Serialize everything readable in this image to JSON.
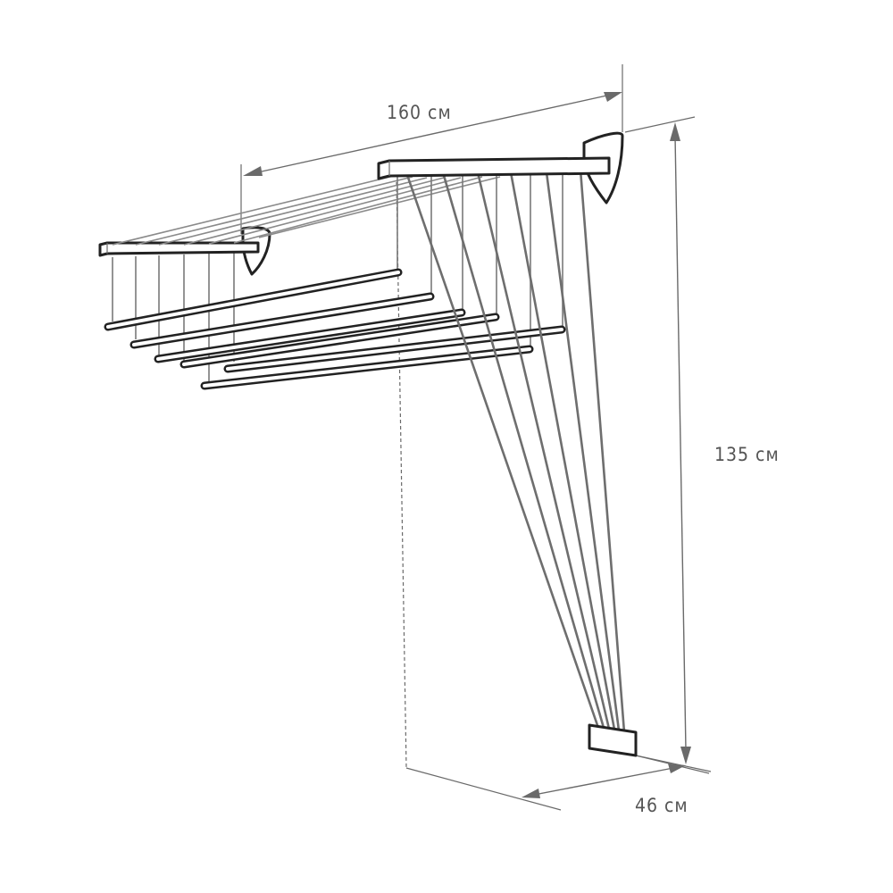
{
  "dimensions": {
    "length": "160 см",
    "height": "135 см",
    "depth": "46 см"
  },
  "colors": {
    "outline": "#222222",
    "cord": "#6e6e6e",
    "dimension": "#6a6a6a",
    "label": "#555555",
    "background": "#ffffff"
  },
  "parts": [
    "wall-bracket-near",
    "wall-bracket-far",
    "top-bar-near",
    "top-bar-far",
    "drying-rods",
    "cords",
    "cord-holder"
  ]
}
